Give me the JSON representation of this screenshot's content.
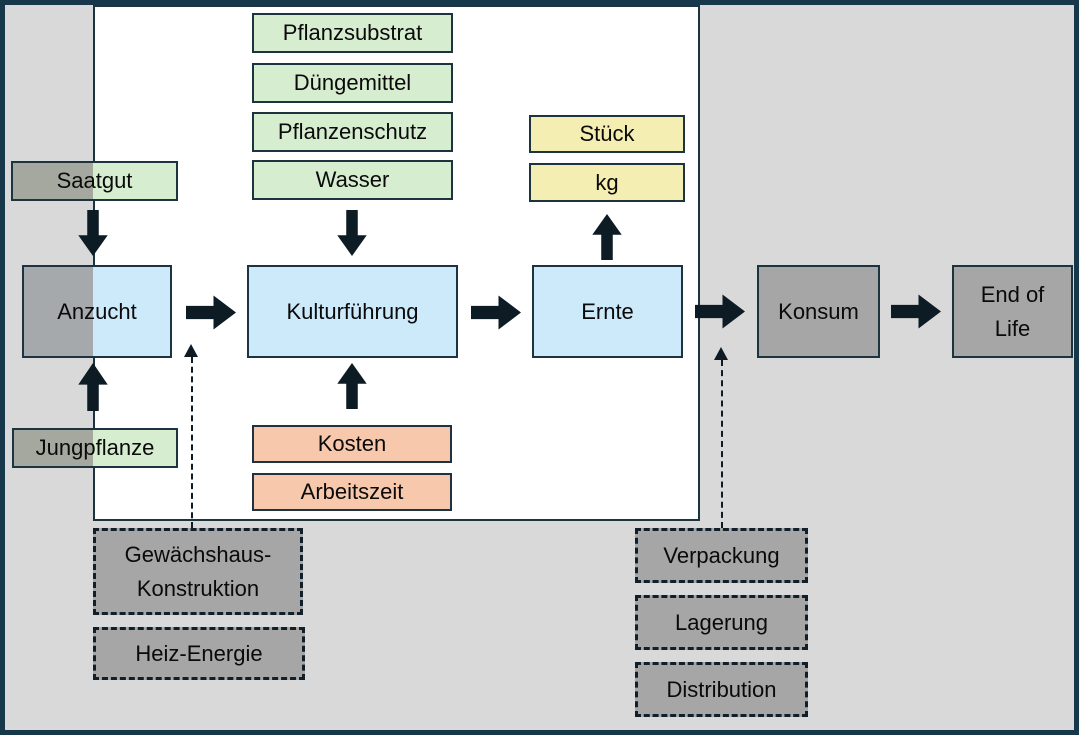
{
  "colors": {
    "background": "#d9d9d9",
    "frame_border": "#17384a",
    "system_boundary_fill": "#ffffff",
    "box_border": "#1d3340",
    "input_green": "#d6edd0",
    "process_blue": "#cdeafb",
    "output_yellow": "#f5eeb2",
    "metric_salmon": "#f7c8ab",
    "gray_box": "#a6a6a6",
    "arrow_black": "#0d1b24"
  },
  "boxes": {
    "pflanzsubstrat": "Pflanzsubstrat",
    "duengemittel": "Düngemittel",
    "pflanzenschutz": "Pflanzenschutz",
    "wasser": "Wasser",
    "saatgut": "Saatgut",
    "jungpflanze": "Jungpflanze",
    "anzucht": "Anzucht",
    "kulturfuehrung": "Kulturführung",
    "ernte": "Ernte",
    "konsum": "Konsum",
    "end_of_life_line1": "End of",
    "end_of_life_line2": "Life",
    "stueck": "Stück",
    "kg": "kg",
    "kosten": "Kosten",
    "arbeitszeit": "Arbeitszeit",
    "gewaechshaus_line1": "Gewächshaus-",
    "gewaechshaus_line2": "Konstruktion",
    "heiz_energie": "Heiz-Energie",
    "verpackung": "Verpackung",
    "lagerung": "Lagerung",
    "distribution": "Distribution"
  }
}
